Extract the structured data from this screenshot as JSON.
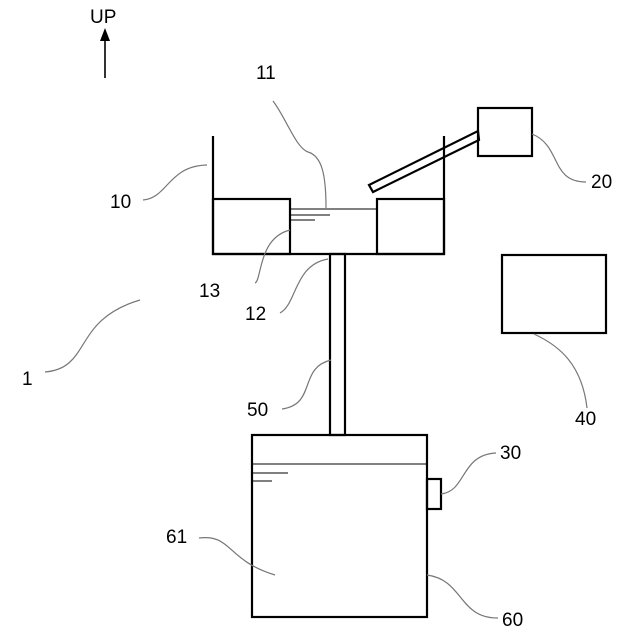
{
  "direction": {
    "text": "UP"
  },
  "labels": {
    "l1": "1",
    "l10": "10",
    "l11": "11",
    "l12": "12",
    "l13": "13",
    "l20": "20",
    "l30": "30",
    "l40": "40",
    "l50": "50",
    "l60": "60",
    "l61": "61"
  },
  "colors": {
    "line": "#000000",
    "leader": "#777777",
    "background": "#ffffff"
  }
}
